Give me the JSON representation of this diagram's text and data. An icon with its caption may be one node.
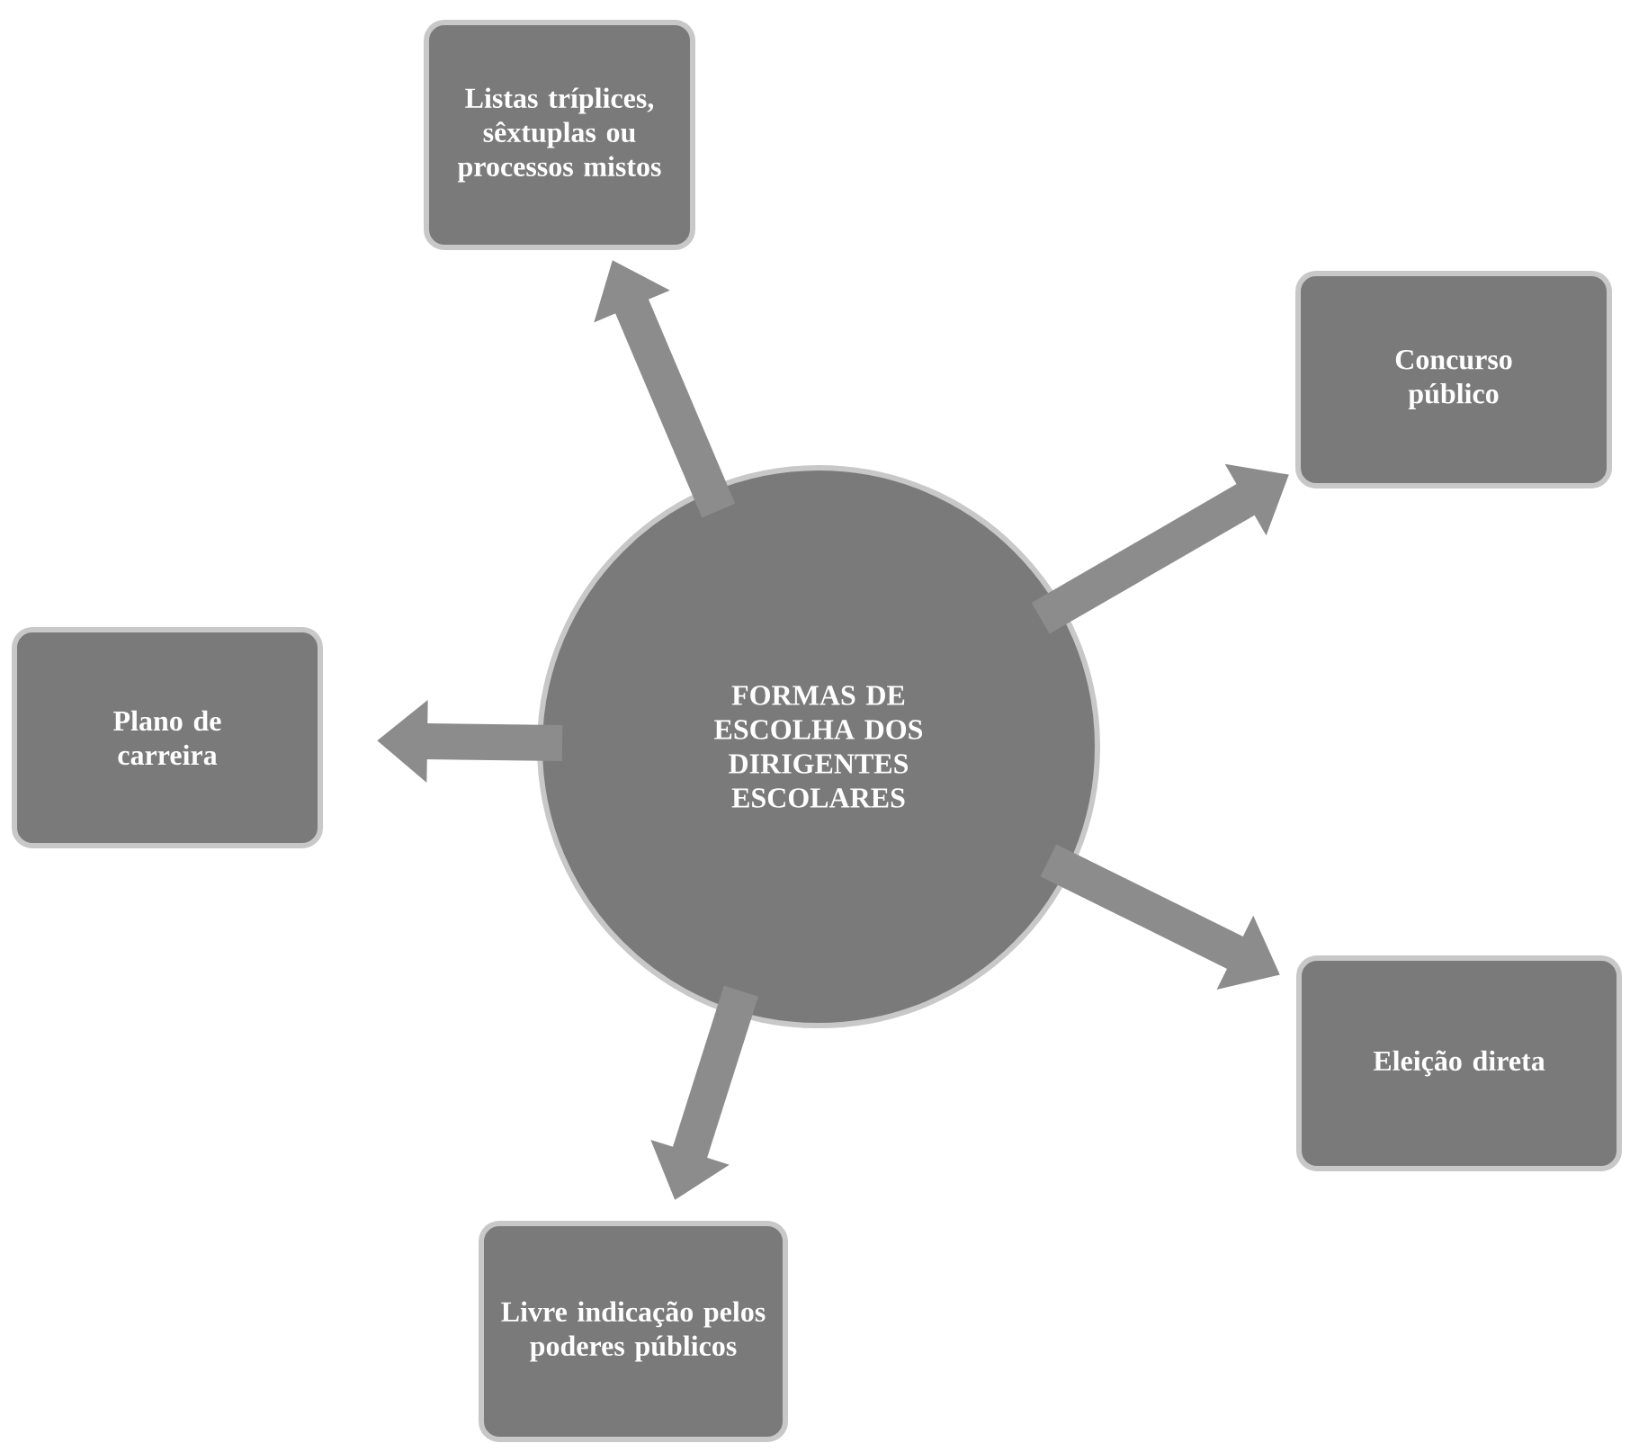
{
  "diagram": {
    "nodes": [
      {
        "text": [
          "FORMAS DE ESCOLHA DOS DIRIGENTES ESCOLARES"
        ]
      },
      {
        "text": [
          "Listas tríplices, sêxtuplas ou processos mistos"
        ]
      },
      {
        "text": [
          "Concurso público"
        ]
      },
      {
        "text": [
          "Plano de carreira"
        ]
      },
      {
        "text": [
          "Eleição direta"
        ]
      },
      {
        "text": [
          "Livre indicação pelos poderes públicos"
        ]
      }
    ],
    "edges": [
      {
        "from": 0,
        "to": 1,
        "arrow": "to"
      },
      {
        "from": 0,
        "to": 2,
        "arrow": "to"
      },
      {
        "from": 0,
        "to": 3,
        "arrow": "to"
      },
      {
        "from": 0,
        "to": 4,
        "arrow": "to"
      },
      {
        "from": 0,
        "to": 5,
        "arrow": "to"
      }
    ]
  }
}
